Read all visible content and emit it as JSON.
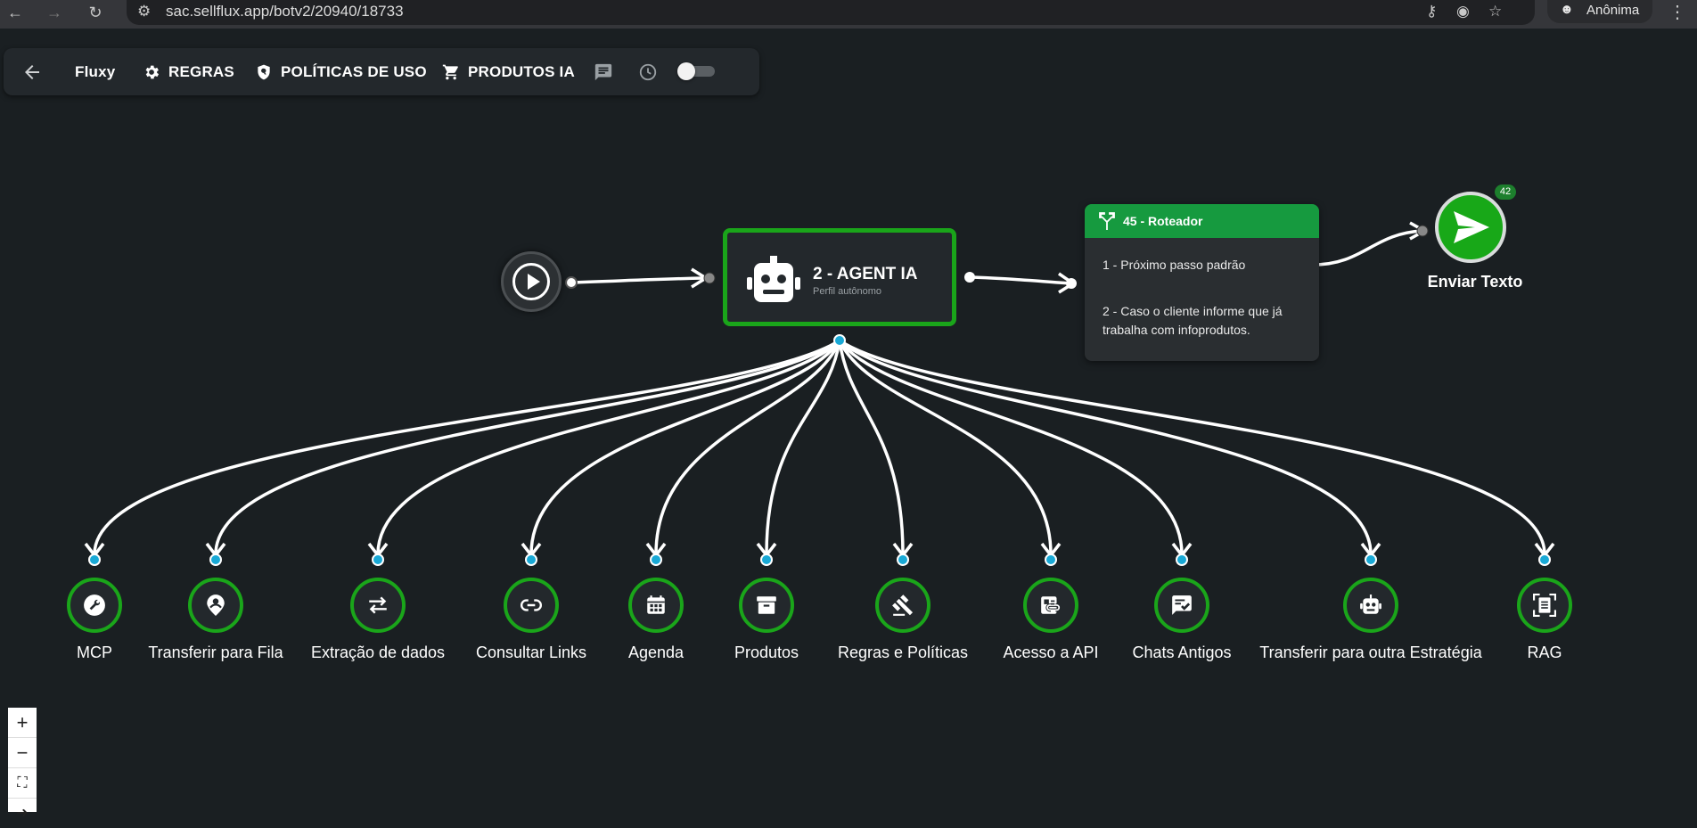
{
  "browser": {
    "url": "sac.sellflux.app/botv2/20940/18733",
    "profile_label": "Anônima"
  },
  "toolbar": {
    "title": "Fluxy",
    "items": [
      {
        "label": "REGRAS",
        "icon": "gear-icon"
      },
      {
        "label": "POLÍTICAS DE USO",
        "icon": "shield-icon"
      },
      {
        "label": "PRODUTOS IA",
        "icon": "cart-icon"
      }
    ]
  },
  "agent": {
    "title": "2 - AGENT IA",
    "subtitle": "Perfil autônomo"
  },
  "router": {
    "title": "45 - Roteador",
    "options": [
      "1 - Próximo passo padrão",
      "2 - Caso o cliente informe que já trabalha com infoprodutos."
    ]
  },
  "send": {
    "label": "Enviar Texto",
    "badge": "42"
  },
  "tools": [
    {
      "label": "MCP",
      "icon": "wrench-icon"
    },
    {
      "label": "Transferir para Fila",
      "icon": "person-pin-icon"
    },
    {
      "label": "Extração de dados",
      "icon": "swap-arrows-icon"
    },
    {
      "label": "Consultar Links",
      "icon": "link-icon"
    },
    {
      "label": "Agenda",
      "icon": "calendar-icon"
    },
    {
      "label": "Produtos",
      "icon": "archive-box-icon"
    },
    {
      "label": "Regras e Políticas",
      "icon": "gavel-icon"
    },
    {
      "label": "Acesso a API",
      "icon": "api-link-icon"
    },
    {
      "label": "Chats Antigos",
      "icon": "chat-check-icon"
    },
    {
      "label": "Transferir para outra Estratégia",
      "icon": "robot-icon"
    },
    {
      "label": "RAG",
      "icon": "document-scan-icon"
    }
  ],
  "colors": {
    "node_border_green": "#1aa51a",
    "router_header_green": "#169a3f",
    "connector_dot": "#19a9d6",
    "canvas_bg": "#1a1f22"
  }
}
